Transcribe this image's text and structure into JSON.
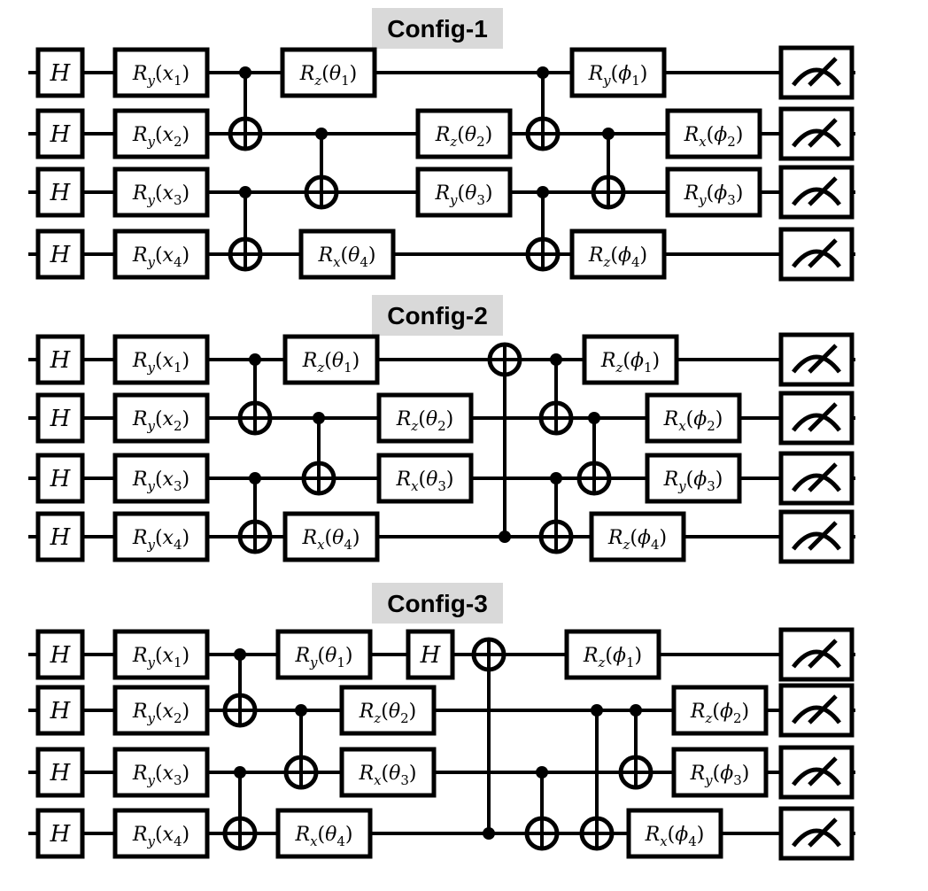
{
  "configs": [
    {
      "title": "Config-1",
      "encoding": [
        "Ry(x1)",
        "Ry(x2)",
        "Ry(x3)",
        "Ry(x4)"
      ],
      "operations": [
        {
          "type": "cnot",
          "control": 1,
          "target": 2
        },
        {
          "type": "cnot",
          "control": 3,
          "target": 4
        },
        {
          "type": "rot",
          "qubit": 1,
          "axis": "z",
          "param": "θ",
          "index": 1
        },
        {
          "type": "cnot",
          "control": 2,
          "target": 3
        },
        {
          "type": "rot",
          "qubit": 4,
          "axis": "x",
          "param": "θ",
          "index": 4
        },
        {
          "type": "rot",
          "qubit": 2,
          "axis": "z",
          "param": "θ",
          "index": 2
        },
        {
          "type": "rot",
          "qubit": 3,
          "axis": "y",
          "param": "θ",
          "index": 3
        },
        {
          "type": "cnot",
          "control": 1,
          "target": 2
        },
        {
          "type": "cnot",
          "control": 3,
          "target": 4
        },
        {
          "type": "rot",
          "qubit": 1,
          "axis": "y",
          "param": "ϕ",
          "index": 1
        },
        {
          "type": "rot",
          "qubit": 4,
          "axis": "z",
          "param": "ϕ",
          "index": 4
        },
        {
          "type": "cnot",
          "control": 2,
          "target": 3
        },
        {
          "type": "rot",
          "qubit": 2,
          "axis": "x",
          "param": "ϕ",
          "index": 2
        },
        {
          "type": "rot",
          "qubit": 3,
          "axis": "y",
          "param": "ϕ",
          "index": 3
        }
      ]
    },
    {
      "title": "Config-2",
      "encoding": [
        "Ry(x1)",
        "Ry(x2)",
        "Ry(x3)",
        "Ry(x4)"
      ],
      "operations": [
        {
          "type": "cnot",
          "control": 1,
          "target": 2
        },
        {
          "type": "cnot",
          "control": 3,
          "target": 4
        },
        {
          "type": "rot",
          "qubit": 1,
          "axis": "z",
          "param": "θ",
          "index": 1
        },
        {
          "type": "rot",
          "qubit": 4,
          "axis": "x",
          "param": "θ",
          "index": 4
        },
        {
          "type": "cnot",
          "control": 2,
          "target": 3
        },
        {
          "type": "rot",
          "qubit": 2,
          "axis": "z",
          "param": "θ",
          "index": 2
        },
        {
          "type": "rot",
          "qubit": 3,
          "axis": "x",
          "param": "θ",
          "index": 3
        },
        {
          "type": "cnot",
          "control": 4,
          "target": 1
        },
        {
          "type": "cnot",
          "control": 1,
          "target": 2
        },
        {
          "type": "cnot",
          "control": 3,
          "target": 4
        },
        {
          "type": "rot",
          "qubit": 1,
          "axis": "z",
          "param": "ϕ",
          "index": 1
        },
        {
          "type": "rot",
          "qubit": 4,
          "axis": "z",
          "param": "ϕ",
          "index": 4
        },
        {
          "type": "cnot",
          "control": 2,
          "target": 3
        },
        {
          "type": "rot",
          "qubit": 2,
          "axis": "x",
          "param": "ϕ",
          "index": 2
        },
        {
          "type": "rot",
          "qubit": 3,
          "axis": "y",
          "param": "ϕ",
          "index": 3
        }
      ]
    },
    {
      "title": "Config-3",
      "encoding": [
        "Ry(x1)",
        "Ry(x2)",
        "Ry(x3)",
        "Ry(x4)"
      ],
      "operations": [
        {
          "type": "cnot",
          "control": 1,
          "target": 2
        },
        {
          "type": "cnot",
          "control": 3,
          "target": 4
        },
        {
          "type": "rot",
          "qubit": 1,
          "axis": "y",
          "param": "θ",
          "index": 1
        },
        {
          "type": "rot",
          "qubit": 4,
          "axis": "x",
          "param": "θ",
          "index": 4
        },
        {
          "type": "cnot",
          "control": 2,
          "target": 3
        },
        {
          "type": "rot",
          "qubit": 2,
          "axis": "z",
          "param": "θ",
          "index": 2
        },
        {
          "type": "rot",
          "qubit": 3,
          "axis": "x",
          "param": "θ",
          "index": 3
        },
        {
          "type": "h",
          "qubit": 1,
          "label": "H"
        },
        {
          "type": "cnot",
          "control": 4,
          "target": 1
        },
        {
          "type": "rot",
          "qubit": 1,
          "axis": "z",
          "param": "ϕ",
          "index": 1
        },
        {
          "type": "cnot",
          "control": 3,
          "target": 4
        },
        {
          "type": "cnot",
          "control": 2,
          "target": 4
        },
        {
          "type": "cnot",
          "control": 2,
          "target": 3
        },
        {
          "type": "rot",
          "qubit": 4,
          "axis": "x",
          "param": "ϕ",
          "index": 4
        },
        {
          "type": "rot",
          "qubit": 2,
          "axis": "z",
          "param": "ϕ",
          "index": 2
        },
        {
          "type": "rot",
          "qubit": 3,
          "axis": "y",
          "param": "ϕ",
          "index": 3
        }
      ]
    }
  ],
  "gate_h_label": "H",
  "rotation_symbol": "R",
  "measure_icon": "meter-icon"
}
